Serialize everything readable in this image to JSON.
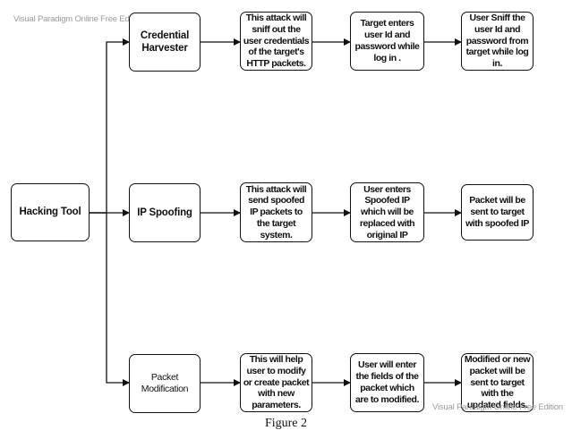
{
  "watermarks": {
    "top": "Visual Paradigm Online Free Edition",
    "bottom": "Visual Paradigm Online Free Edition"
  },
  "caption": "Figure 2",
  "nodes": {
    "root": "Hacking Tool",
    "credential_harvester": "Credential Harvester",
    "credential_step1": "This attack will sniff out the user credentials of the target's HTTP packets.",
    "credential_step2": "Target enters user Id and password while log in .",
    "credential_step3": "User Sniff the user Id and password from target while log in.",
    "ip_spoofing": "IP Spoofing",
    "ip_step1": "This attack will send spoofed IP packets to the target system.",
    "ip_step2": "User enters Spoofed IP which will be replaced with original IP",
    "ip_step3": "Packet will be sent to target with spoofed IP",
    "packet_modification": "Packet Modification",
    "packet_step1": "This will help user to modify or create packet with new parameters.",
    "packet_step2": "User will enter the fields of the packet which are to modified.",
    "packet_step3": "Modified or new packet will be sent to target with the updated fields."
  }
}
